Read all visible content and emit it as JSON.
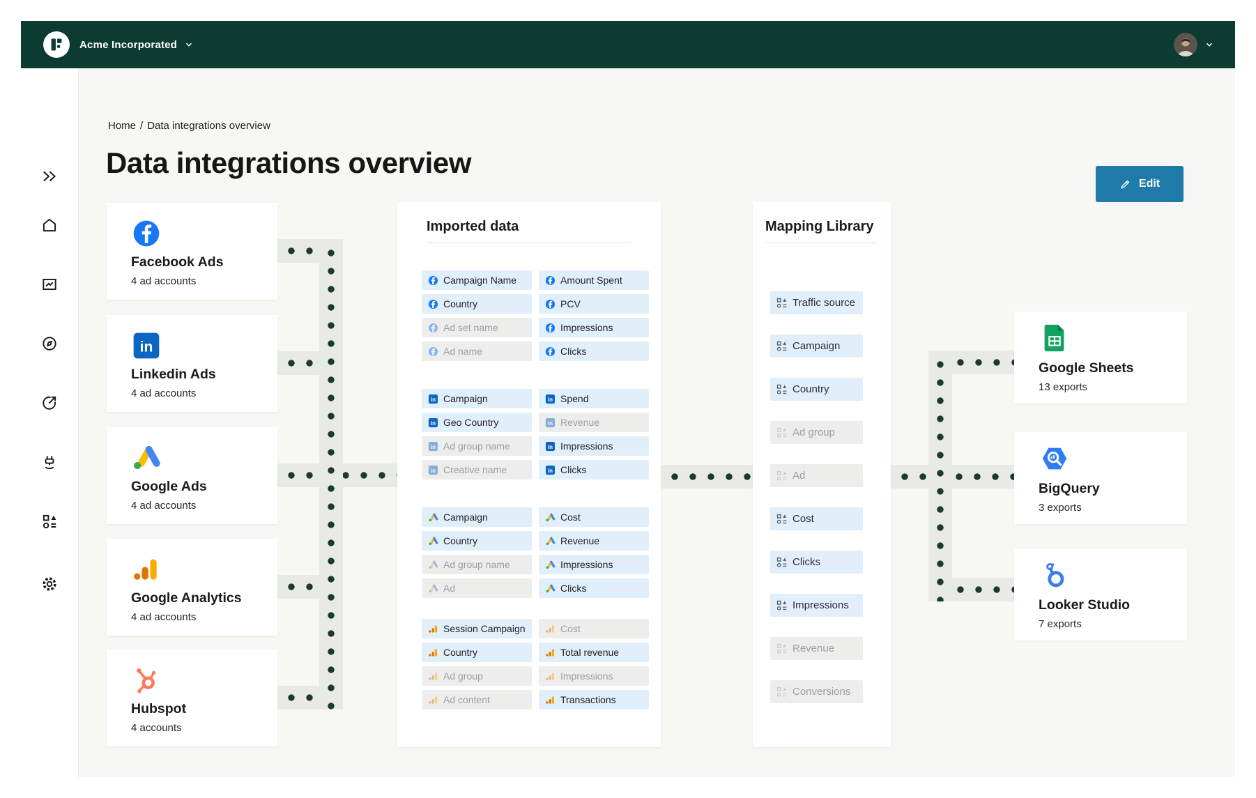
{
  "topbar": {
    "org": "Acme Incorporated"
  },
  "breadcrumb": {
    "home": "Home",
    "sep": "/",
    "current": "Data integrations overview"
  },
  "page": {
    "title": "Data integrations overview"
  },
  "toolbar": {
    "edit_label": "Edit"
  },
  "sidebar": {
    "items": [
      {
        "icon": "collapse"
      },
      {
        "icon": "home"
      },
      {
        "icon": "dashboards"
      },
      {
        "icon": "explore"
      },
      {
        "icon": "share"
      },
      {
        "icon": "connectors"
      },
      {
        "icon": "mapping"
      },
      {
        "icon": "settings"
      }
    ]
  },
  "sources": [
    {
      "name": "Facebook Ads",
      "count": "4 ad accounts",
      "icon": "facebook"
    },
    {
      "name": "Linkedin Ads",
      "count": "4 ad accounts",
      "icon": "linkedin"
    },
    {
      "name": "Google Ads",
      "count": "4 ad accounts",
      "icon": "googleads"
    },
    {
      "name": "Google Analytics",
      "count": "4 ad accounts",
      "icon": "googleanalytics"
    },
    {
      "name": "Hubspot",
      "count": "4 accounts",
      "icon": "hubspot"
    }
  ],
  "imported": {
    "title": "Imported data",
    "groups": [
      {
        "icon": "facebook",
        "left": [
          {
            "label": "Campaign Name",
            "active": true
          },
          {
            "label": "Country",
            "active": true
          },
          {
            "label": "Ad set name",
            "active": false
          },
          {
            "label": "Ad name",
            "active": false
          }
        ],
        "right": [
          {
            "label": "Amount Spent",
            "active": true
          },
          {
            "label": "PCV",
            "active": true
          },
          {
            "label": "Impressions",
            "active": true
          },
          {
            "label": "Clicks",
            "active": true
          }
        ]
      },
      {
        "icon": "linkedin",
        "left": [
          {
            "label": "Campaign",
            "active": true
          },
          {
            "label": "Geo Country",
            "active": true
          },
          {
            "label": "Ad group name",
            "active": false
          },
          {
            "label": "Creative name",
            "active": false
          }
        ],
        "right": [
          {
            "label": "Spend",
            "active": true
          },
          {
            "label": "Revenue",
            "active": false
          },
          {
            "label": "Impressions",
            "active": true
          },
          {
            "label": "Clicks",
            "active": true
          }
        ]
      },
      {
        "icon": "googleads",
        "left": [
          {
            "label": "Campaign",
            "active": true
          },
          {
            "label": "Country",
            "active": true
          },
          {
            "label": "Ad group name",
            "active": false
          },
          {
            "label": "Ad",
            "active": false
          }
        ],
        "right": [
          {
            "label": "Cost",
            "active": true
          },
          {
            "label": "Revenue",
            "active": true
          },
          {
            "label": "Impressions",
            "active": true
          },
          {
            "label": "Clicks",
            "active": true
          }
        ]
      },
      {
        "icon": "googleanalytics",
        "left": [
          {
            "label": "Session Campaign",
            "active": true
          },
          {
            "label": "Country",
            "active": true
          },
          {
            "label": "Ad group",
            "active": false
          },
          {
            "label": "Ad content",
            "active": false
          }
        ],
        "right": [
          {
            "label": "Cost",
            "active": false
          },
          {
            "label": "Total revenue",
            "active": true
          },
          {
            "label": "Impressions",
            "active": false
          },
          {
            "label": "Transactions",
            "active": true
          }
        ]
      }
    ]
  },
  "mapping": {
    "title": "Mapping Library",
    "chips": [
      {
        "label": "Traffic source",
        "active": true
      },
      {
        "label": "Campaign",
        "active": true
      },
      {
        "label": "Country",
        "active": true
      },
      {
        "label": "Ad group",
        "active": false
      },
      {
        "label": "Ad",
        "active": false
      },
      {
        "label": "Cost",
        "active": true
      },
      {
        "label": "Clicks",
        "active": true
      },
      {
        "label": "Impressions",
        "active": true
      },
      {
        "label": "Revenue",
        "active": false
      },
      {
        "label": "Conversions",
        "active": false
      }
    ]
  },
  "exports": [
    {
      "name": "Google Sheets",
      "count": "13 exports",
      "icon": "sheets"
    },
    {
      "name": "BigQuery",
      "count": "3 exports",
      "icon": "bigquery"
    },
    {
      "name": "Looker Studio",
      "count": "7 exports",
      "icon": "looker"
    }
  ],
  "colors": {
    "topbar_green": "#0c3c31",
    "edit_blue": "#1e7aa8",
    "chip_active_bg": "#e1effb",
    "chip_inactive_bg": "#ededec",
    "connector_dot": "#1b392e",
    "connector_band": "#e8eae7"
  }
}
